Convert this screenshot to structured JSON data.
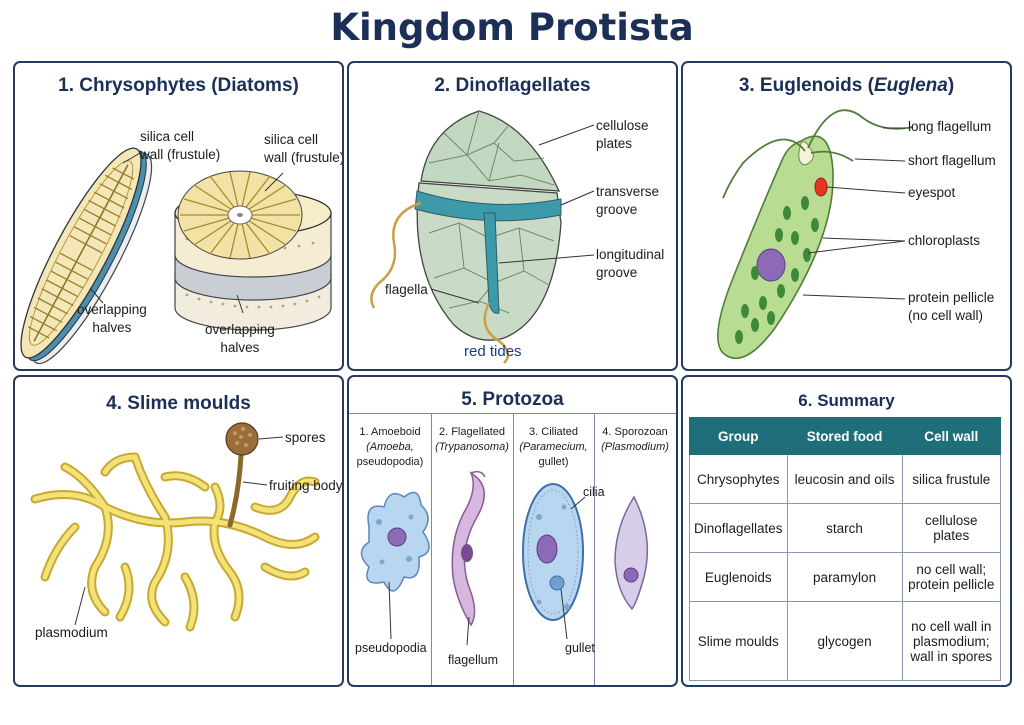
{
  "title": "Kingdom Protista",
  "panels": {
    "p1": {
      "title": "1. Chrysophytes (Diatoms)",
      "label_wall_left": [
        "silica cell",
        "wall (frustule)"
      ],
      "label_wall_right": [
        "silica cell",
        "wall (frustule)"
      ],
      "label_halves_left": [
        "overlapping",
        "halves"
      ],
      "label_halves_right": [
        "overlapping",
        "halves"
      ]
    },
    "p2": {
      "title": "2. Dinoflagellates",
      "label_plates": [
        "cellulose",
        "plates"
      ],
      "label_transverse": [
        "transverse",
        "groove"
      ],
      "label_longitudinal": [
        "longitudinal",
        "groove"
      ],
      "label_flagella": "flagella",
      "label_red_tides": "red tides"
    },
    "p3": {
      "title_prefix": "3. Euglenoids (",
      "title_italic": "Euglena",
      "title_suffix": ")",
      "label_long": "long flagellum",
      "label_short": "short flagellum",
      "label_eyespot": "eyespot",
      "label_chloroplasts": "chloroplasts",
      "label_pellicle": [
        "protein pellicle",
        "(no cell wall)"
      ]
    },
    "p4": {
      "title": "4. Slime moulds",
      "label_spores": "spores",
      "label_fruiting": "fruiting body",
      "label_plasmodium": "plasmodium"
    },
    "p5": {
      "title": "5. Protozoa",
      "columns": [
        {
          "line1": "1. Amoeboid",
          "line2": "(Amoeba,",
          "line3": "pseudopodia)"
        },
        {
          "line1": "2. Flagellated",
          "line2": "(Trypanosoma)",
          "line3": ""
        },
        {
          "line1": "3. Ciliated",
          "line2": "(Paramecium,",
          "line3": "gullet)"
        },
        {
          "line1": "4. Sporozoan",
          "line2": "(Plasmodium)",
          "line3": ""
        }
      ],
      "label_pseudopodia": "pseudopodia",
      "label_flagellum": "flagellum",
      "label_cilia": "cilia",
      "label_gullet": "gullet"
    },
    "p6": {
      "title": "6. Summary",
      "headers": [
        "Group",
        "Stored food",
        "Cell wall"
      ],
      "rows": [
        {
          "group": "Chrysophytes",
          "food": "leucosin and oils",
          "wall": [
            "silica frustule"
          ]
        },
        {
          "group": "Dinoflagellates",
          "food": "starch",
          "wall": [
            "cellulose plates"
          ]
        },
        {
          "group": "Euglenoids",
          "food": "paramylon",
          "wall": [
            "no cell wall;",
            "protein pellicle"
          ]
        },
        {
          "group": "Slime moulds",
          "food": "glycogen",
          "wall": [
            "no cell wall in",
            "plasmodium;",
            "wall in spores"
          ]
        }
      ]
    }
  },
  "colors": {
    "title": "#1b2f57",
    "border": "#243a5e",
    "table_header": "#1f6f7a",
    "red_tides": "#1b3a8a"
  }
}
